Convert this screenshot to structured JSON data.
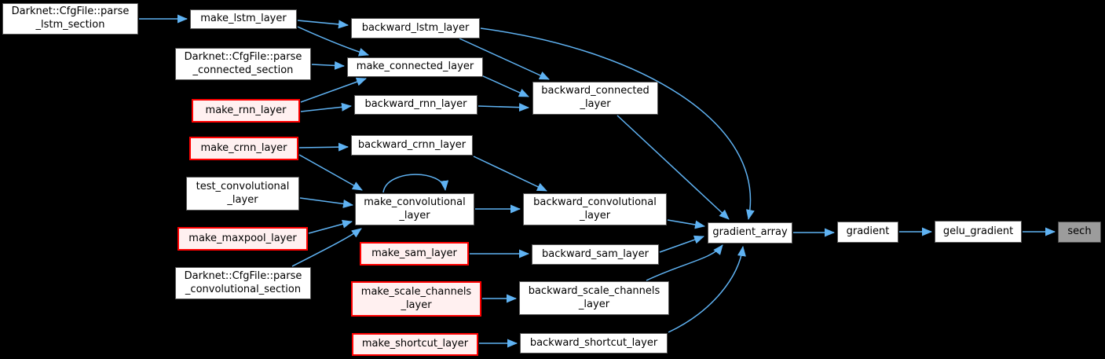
{
  "diagram": {
    "type": "call-graph",
    "background_color": "#000000",
    "edge_color": "#5fb2f2",
    "node_default_fill": "#ffffff",
    "node_default_border": "#565656",
    "node_truncated_fill": "#fff0f0",
    "node_truncated_border": "#ff0000",
    "node_focus_fill": "#9c9c9c",
    "nodes": [
      {
        "id": "parse-lstm-section",
        "label": "Darknet::CfgFile::parse\n_lstm_section",
        "type": "default"
      },
      {
        "id": "make-lstm-layer",
        "label": "make_lstm_layer",
        "type": "default"
      },
      {
        "id": "backward-lstm-layer",
        "label": "backward_lstm_layer",
        "type": "default"
      },
      {
        "id": "parse-connected-section",
        "label": "Darknet::CfgFile::parse\n_connected_section",
        "type": "default"
      },
      {
        "id": "make-connected-layer",
        "label": "make_connected_layer",
        "type": "default"
      },
      {
        "id": "make-rnn-layer",
        "label": "make_rnn_layer",
        "type": "truncated"
      },
      {
        "id": "backward-rnn-layer",
        "label": "backward_rnn_layer",
        "type": "default"
      },
      {
        "id": "backward-connected-layer",
        "label": "backward_connected\n_layer",
        "type": "default"
      },
      {
        "id": "make-crnn-layer",
        "label": "make_crnn_layer",
        "type": "truncated"
      },
      {
        "id": "backward-crnn-layer",
        "label": "backward_crnn_layer",
        "type": "default"
      },
      {
        "id": "test-convolutional-layer",
        "label": "test_convolutional\n_layer",
        "type": "default"
      },
      {
        "id": "make-convolutional-layer",
        "label": "make_convolutional\n_layer",
        "type": "default"
      },
      {
        "id": "backward-convolutional-layer",
        "label": "backward_convolutional\n_layer",
        "type": "default"
      },
      {
        "id": "make-maxpool-layer",
        "label": "make_maxpool_layer",
        "type": "truncated"
      },
      {
        "id": "make-sam-layer",
        "label": "make_sam_layer",
        "type": "truncated"
      },
      {
        "id": "backward-sam-layer",
        "label": "backward_sam_layer",
        "type": "default"
      },
      {
        "id": "parse-convolutional-section",
        "label": "Darknet::CfgFile::parse\n_convolutional_section",
        "type": "default"
      },
      {
        "id": "make-scale-channels-layer",
        "label": "make_scale_channels\n_layer",
        "type": "truncated"
      },
      {
        "id": "backward-scale-channels-layer",
        "label": "backward_scale_channels\n_layer",
        "type": "default"
      },
      {
        "id": "make-shortcut-layer",
        "label": "make_shortcut_layer",
        "type": "truncated"
      },
      {
        "id": "backward-shortcut-layer",
        "label": "backward_shortcut_layer",
        "type": "default"
      },
      {
        "id": "gradient-array",
        "label": "gradient_array",
        "type": "default"
      },
      {
        "id": "gradient",
        "label": "gradient",
        "type": "default"
      },
      {
        "id": "gelu-gradient",
        "label": "gelu_gradient",
        "type": "default"
      },
      {
        "id": "sech",
        "label": "sech",
        "type": "focus"
      }
    ],
    "edges": [
      {
        "from": "parse-lstm-section",
        "to": "make-lstm-layer"
      },
      {
        "from": "make-lstm-layer",
        "to": "backward-lstm-layer"
      },
      {
        "from": "make-lstm-layer",
        "to": "make-connected-layer"
      },
      {
        "from": "parse-connected-section",
        "to": "make-connected-layer"
      },
      {
        "from": "make-rnn-layer",
        "to": "make-connected-layer"
      },
      {
        "from": "make-rnn-layer",
        "to": "backward-rnn-layer"
      },
      {
        "from": "backward-lstm-layer",
        "to": "gradient-array"
      },
      {
        "from": "backward-lstm-layer",
        "to": "backward-connected-layer"
      },
      {
        "from": "make-connected-layer",
        "to": "backward-connected-layer"
      },
      {
        "from": "backward-rnn-layer",
        "to": "backward-connected-layer"
      },
      {
        "from": "backward-connected-layer",
        "to": "gradient-array"
      },
      {
        "from": "make-crnn-layer",
        "to": "backward-crnn-layer"
      },
      {
        "from": "make-crnn-layer",
        "to": "make-convolutional-layer"
      },
      {
        "from": "backward-crnn-layer",
        "to": "backward-convolutional-layer"
      },
      {
        "from": "test-convolutional-layer",
        "to": "make-convolutional-layer"
      },
      {
        "from": "make-maxpool-layer",
        "to": "make-convolutional-layer"
      },
      {
        "from": "parse-convolutional-section",
        "to": "make-convolutional-layer"
      },
      {
        "from": "make-convolutional-layer",
        "to": "make-convolutional-layer"
      },
      {
        "from": "make-convolutional-layer",
        "to": "backward-convolutional-layer"
      },
      {
        "from": "backward-convolutional-layer",
        "to": "gradient-array"
      },
      {
        "from": "make-sam-layer",
        "to": "backward-sam-layer"
      },
      {
        "from": "backward-sam-layer",
        "to": "gradient-array"
      },
      {
        "from": "make-scale-channels-layer",
        "to": "backward-scale-channels-layer"
      },
      {
        "from": "backward-scale-channels-layer",
        "to": "gradient-array"
      },
      {
        "from": "make-shortcut-layer",
        "to": "backward-shortcut-layer"
      },
      {
        "from": "backward-shortcut-layer",
        "to": "gradient-array"
      },
      {
        "from": "gradient-array",
        "to": "gradient"
      },
      {
        "from": "gradient",
        "to": "gelu-gradient"
      },
      {
        "from": "gelu-gradient",
        "to": "sech"
      }
    ]
  }
}
